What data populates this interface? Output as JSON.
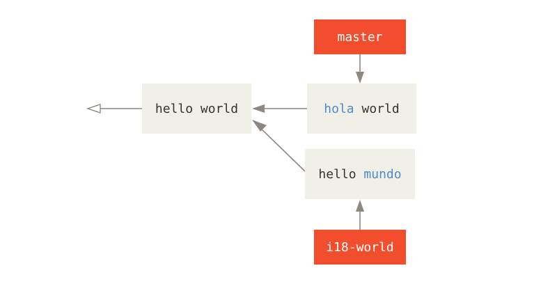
{
  "colors": {
    "branch": "#f24e2d",
    "commit": "#f0efe8",
    "text": "#333333",
    "highlight": "#4f8ac9",
    "arrow": "#8c877f"
  },
  "commits": {
    "hello_world": {
      "parts": [
        "hello world"
      ]
    },
    "hola_world": {
      "parts": [
        "hola",
        " world"
      ]
    },
    "hello_mundo": {
      "parts": [
        "hello ",
        "mundo"
      ]
    }
  },
  "branches": {
    "master": "master",
    "i18_world": "i18-world"
  }
}
